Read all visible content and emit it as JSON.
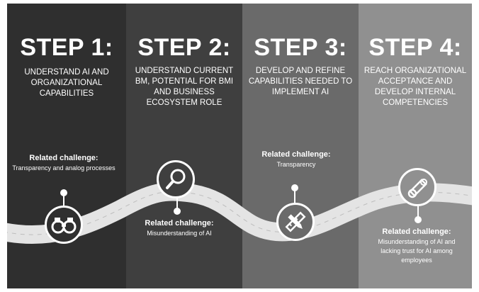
{
  "steps": [
    {
      "title": "STEP 1:",
      "desc": "UNDERSTAND AI AND ORGANIZATIONAL CAPABILITIES",
      "challenge_label": "Related challenge:",
      "challenge_text": "Transparency and analog processes",
      "icon": "binoculars-icon"
    },
    {
      "title": "STEP 2:",
      "desc": "UNDERSTAND CURRENT BM, POTENTIAL FOR BMI AND BUSINESS ECOSYSTEM ROLE",
      "challenge_label": "Related challenge:",
      "challenge_text": "Misunderstanding of AI",
      "icon": "magnifier-icon"
    },
    {
      "title": "STEP 3:",
      "desc": "DEVELOP AND REFINE CAPABILITIES NEEDED TO IMPLEMENT AI",
      "challenge_label": "Related challenge:",
      "challenge_text": "Transparency",
      "icon": "ruler-pencil-icon"
    },
    {
      "title": "STEP 4:",
      "desc": "REACH ORGANIZATIONAL ACCEPTANCE AND DEVELOP INTERNAL COMPETENCIES",
      "challenge_label": "Related challenge:",
      "challenge_text": "Misunderstanding of AI and lacking trust for AI among employees",
      "icon": "scroll-icon"
    }
  ],
  "colors": {
    "step1_bg": "#2f2f2f",
    "step2_bg": "#3f3f3f",
    "step3_bg": "#6a6a6a",
    "step4_bg": "#909090",
    "road": "#e4e4e4",
    "text": "#ffffff"
  }
}
